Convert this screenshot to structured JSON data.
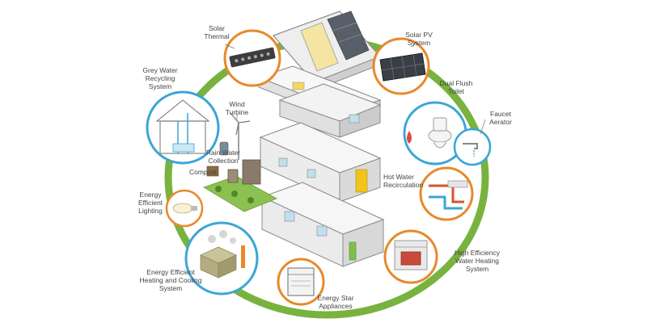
{
  "colors": {
    "ring": "#77b33e",
    "circle_stroke_orange": "#e8892b",
    "circle_stroke_blue": "#3aa6d6",
    "house_wall": "#f2f2f2",
    "house_outline": "#8d8d8d",
    "label_text": "#444444"
  },
  "features": [
    {
      "id": "solar-thermal",
      "lines": [
        "Solar",
        "Thermal"
      ],
      "icon": "solar-thermal-panel-icon"
    },
    {
      "id": "solar-pv",
      "lines": [
        "Solar PV",
        "System"
      ],
      "icon": "solar-pv-panel-icon"
    },
    {
      "id": "grey-water",
      "lines": [
        "Grey Water",
        "Recycling",
        "System"
      ],
      "icon": "grey-water-house-icon"
    },
    {
      "id": "wind-turbine",
      "lines": [
        "Wind",
        "Turbine"
      ],
      "icon": "wind-turbine-icon"
    },
    {
      "id": "dual-flush",
      "lines": [
        "Dual Flush",
        "Toilet"
      ],
      "icon": "toilet-icon"
    },
    {
      "id": "faucet-aerator",
      "lines": [
        "Faucet",
        "Aerator"
      ],
      "icon": "faucet-icon"
    },
    {
      "id": "rain-water",
      "lines": [
        "Rain Water",
        "Collection"
      ],
      "icon": "rain-barrel-icon"
    },
    {
      "id": "compost",
      "lines": [
        "Compost"
      ],
      "icon": "compost-bin-icon"
    },
    {
      "id": "hot-water-recirc",
      "lines": [
        "Hot Water",
        "Recirculation"
      ],
      "icon": "hot-water-pipe-icon"
    },
    {
      "id": "energy-lighting",
      "lines": [
        "Energy",
        "Efficient",
        "Lighting"
      ],
      "icon": "light-bulb-icon"
    },
    {
      "id": "energy-hvac",
      "lines": [
        "Energy Efficient",
        "Heating and Cooling",
        "System"
      ],
      "icon": "hvac-unit-icon"
    },
    {
      "id": "energy-star",
      "lines": [
        "Energy Star",
        "Appliances"
      ],
      "icon": "appliance-icon"
    },
    {
      "id": "water-heating",
      "lines": [
        "High Efficiency",
        "Water Heating",
        "System"
      ],
      "icon": "water-heater-icon"
    }
  ]
}
